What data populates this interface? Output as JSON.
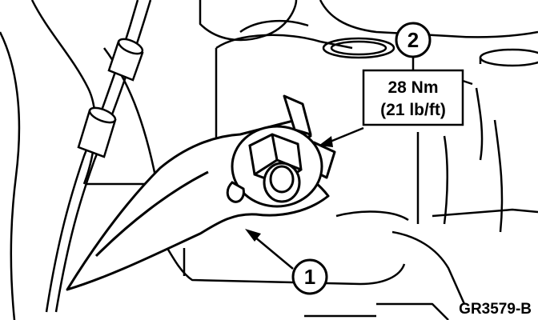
{
  "callouts": [
    {
      "number": "1"
    },
    {
      "number": "2"
    }
  ],
  "torque_spec": {
    "metric": "28 Nm",
    "imperial": "(21 lb/ft)"
  },
  "figure_id": "GR3579-B",
  "colors": {
    "line": "#000000",
    "background": "#ffffff"
  }
}
